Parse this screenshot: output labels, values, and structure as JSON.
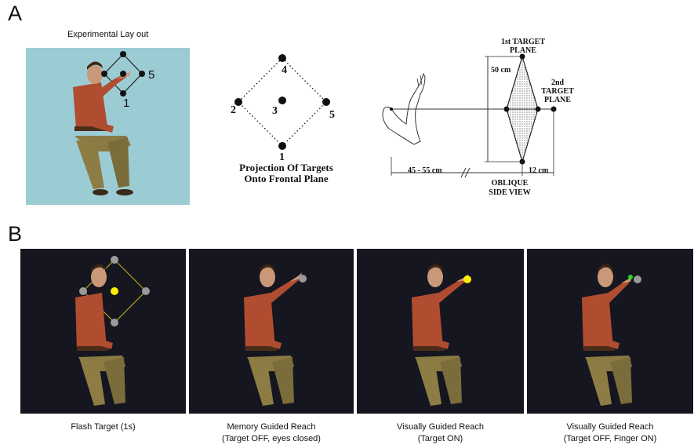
{
  "panel_a": {
    "letter": "A",
    "layout_title": "Experimental Lay out",
    "figure_target_labels": {
      "t5": "5",
      "t1": "1"
    },
    "projection": {
      "point_labels": {
        "p1": "1",
        "p2": "2",
        "p3": "3",
        "p4": "4",
        "p5": "5"
      },
      "caption_line1": "Projection Of Targets",
      "caption_line2": "Onto Frontal Plane"
    },
    "side_view": {
      "first_plane_line1": "1st TARGET",
      "first_plane_line2": "PLANE",
      "second_plane_line1": "2nd",
      "second_plane_line2": "TARGET",
      "second_plane_line3": "PLANE",
      "height_label": "50 cm",
      "distance_label": "45 - 55 cm",
      "depth_label": "12 cm",
      "view_line1": "OBLIQUE",
      "view_line2": "SIDE  VIEW"
    },
    "colors": {
      "layout_bg": "#9bccd3",
      "target_dot": "#111111"
    }
  },
  "panel_b": {
    "letter": "B",
    "panels": [
      {
        "caption_line1": "Flash Target (1s)",
        "caption_line2": ""
      },
      {
        "caption_line1": "Memory Guided Reach",
        "caption_line2": "(Target OFF, eyes closed)"
      },
      {
        "caption_line1": "Visually Guided Reach",
        "caption_line2": "(Target ON)"
      },
      {
        "caption_line1": "Visually Guided Reach",
        "caption_line2": "(Target OFF, Finger ON)"
      }
    ],
    "colors": {
      "panel_bg": "#15161f",
      "target_on": "#ffee00",
      "target_off": "#9a9a9a",
      "finger_marker": "#22dd22",
      "frame_line": "#b8a020"
    }
  }
}
